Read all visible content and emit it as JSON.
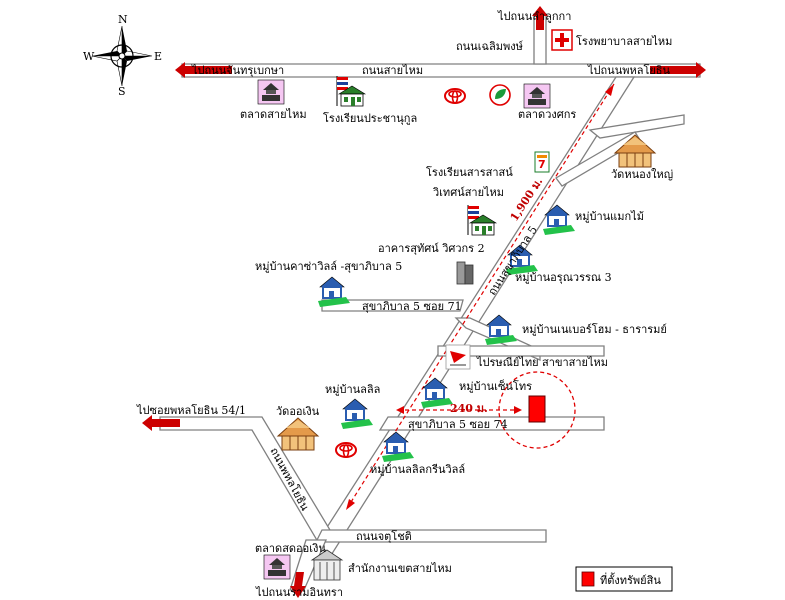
{
  "compass": {
    "n": "N",
    "s": "S",
    "e": "E",
    "w": "W"
  },
  "roads": {
    "sai_mai": "ถนนสายไหม",
    "chalermphong": "ถนนเฉลิมพงษ์",
    "sukhaphiban5_main": "ถนนสุขาภิบาล 5",
    "soi71": "สุขาภิบาล 5 ซอย 71",
    "soi74": "สุขาภิบาล 5 ซอย 74",
    "pahon": "ถนนพหลโยธิน",
    "chatuchot": "ถนนจตุโชติ"
  },
  "directions": {
    "to_lam_luk_ka": "ไปถนนลำลูกกา",
    "to_chan_nakhon": "ไปถนนจันทรุเบกษา",
    "to_phahon": "ไปถนนพหลโยธิน",
    "to_phahonyothin_54": "ไปซอยพหลโยธิน 54/1",
    "to_ram_inthra": "ไปถนนรามอินทรา"
  },
  "places": {
    "hospital": "โรงพยาบาลสายไหม",
    "market_saimai": "ตลาดสายไหม",
    "school_pracha": "โรงเรียนประชานุกูล",
    "market_duangsakon": "ตลาดวงศกร",
    "wat_nongyai": "วัดหนองใหญ่",
    "school_sarasas_1": "โรงเรียนสารสาสน์",
    "school_sarasas_2": "วิเทศน์สายไหม",
    "village_maemai": "หมู่บ้านแมกไม้",
    "building_suthat": "อาคารสุทัศน์ วิศวกร 2",
    "village_casa": "หมู่บ้านคาซ่าวิลล์ -สุขาภิบาล 5",
    "village_arun": "หมู่บ้านอรุณวรรณ 3",
    "village_nebeor": "หมู่บ้านเนเบอร์โฮม - ธารารมย์",
    "post_office": "ไปรษณีย์ไทย สาขาสายไหม",
    "village_lalin": "หมู่บ้านลลิล",
    "village_senchoke": "หมู่บ้านเซ็นโทร",
    "wat_ongoen": "วัดออเงิน",
    "village_lalin_green": "หมู่บ้านลลิลกรีนวิลล์",
    "market_sot": "ตลาดสดออเงิน",
    "district_office": "สำนักงานเขตสายไหม"
  },
  "distances": {
    "main": "1,900 ม.",
    "soi": "240 ม."
  },
  "legend": {
    "label": "ที่ตั้งทรัพย์สิน"
  },
  "colors": {
    "road": "#808080",
    "arrow": "#cc0000",
    "property": "#ff0000",
    "dash": "#e00000",
    "house": "#2a5db0",
    "grass": "#23c24a"
  }
}
